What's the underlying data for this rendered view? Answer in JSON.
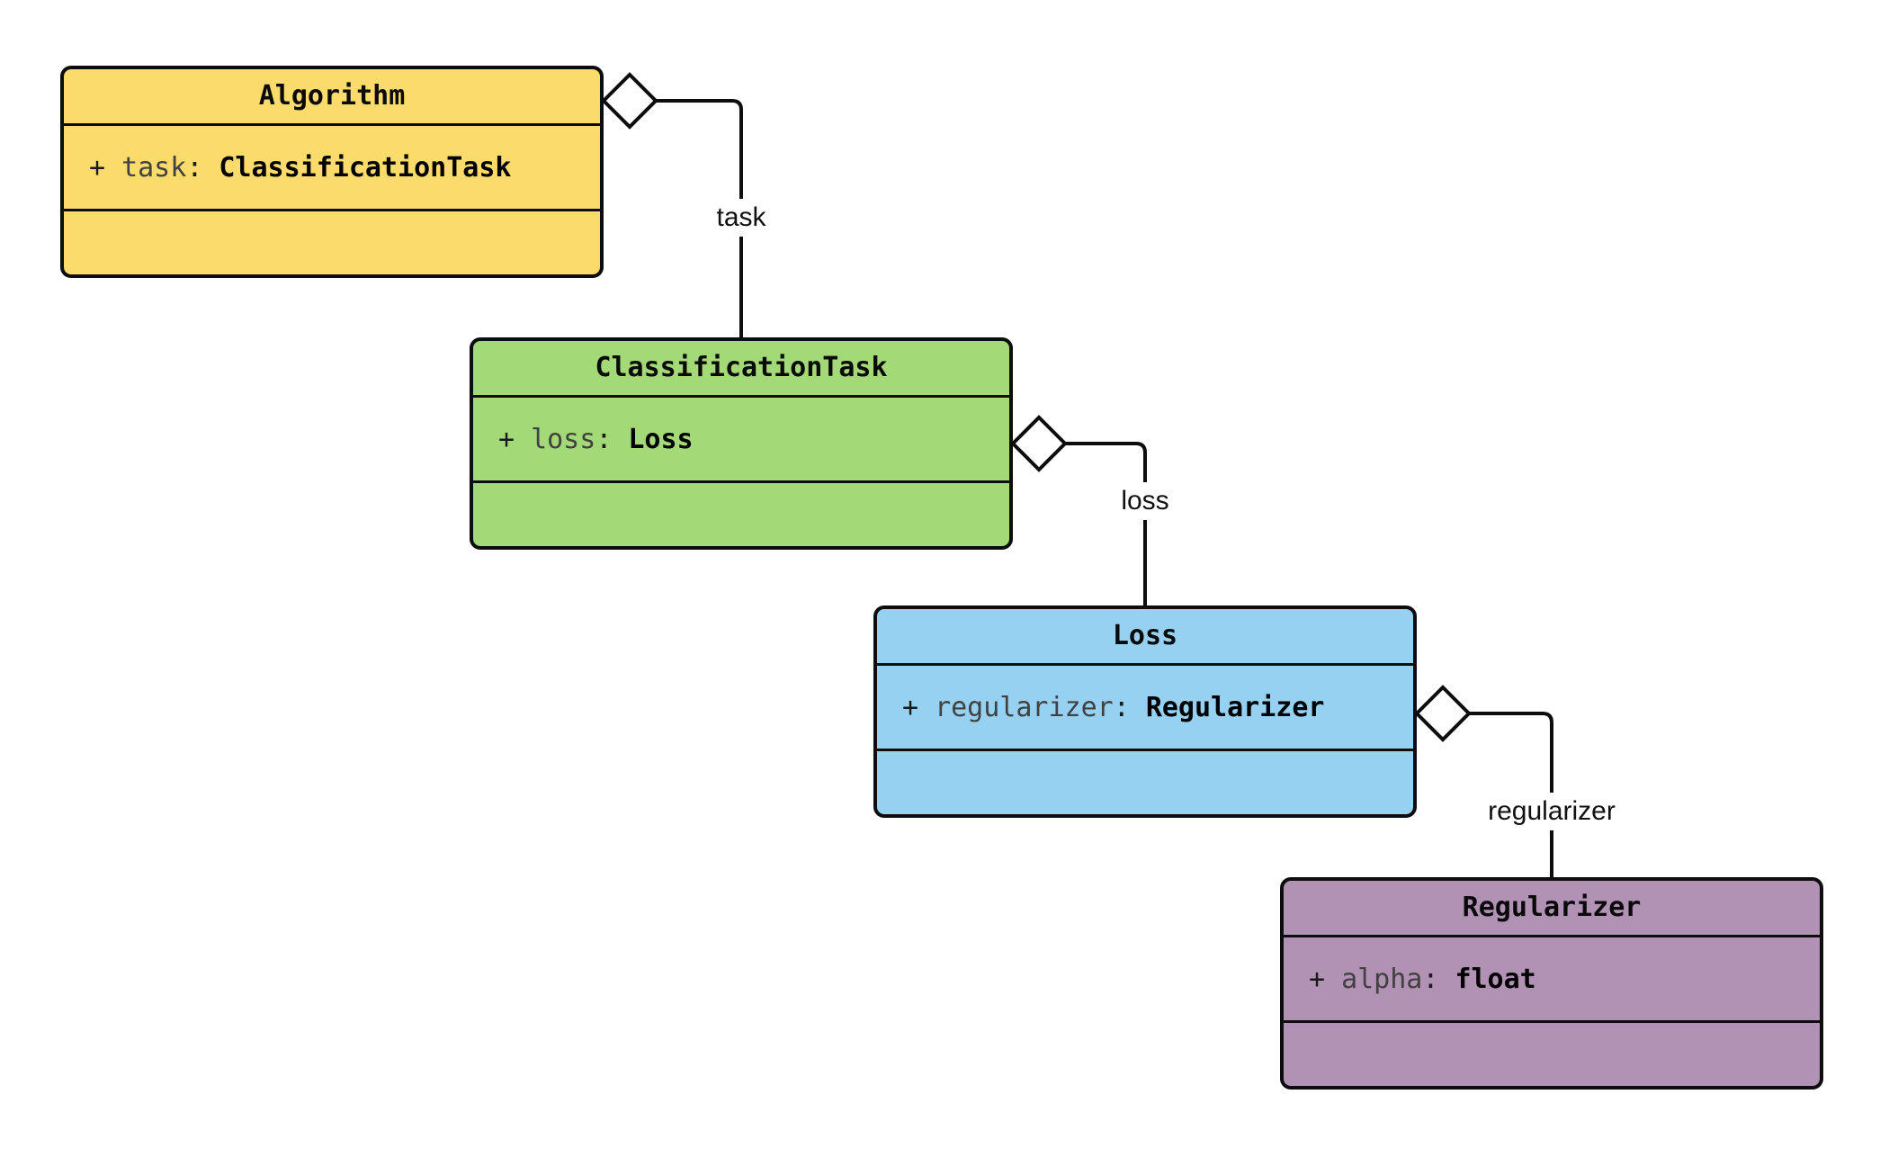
{
  "diagram": {
    "type": "uml-class-diagram",
    "background": "#FFFFFF",
    "syntax": {
      "colon": ":"
    },
    "colors": {
      "border": "#0D0D0D",
      "attribute_name": "#414141",
      "title_text": "#0A0A0A",
      "edge": "#0D0D0D"
    },
    "classes": [
      {
        "name": "Algorithm",
        "fill": "#FBDB6B",
        "attributes": [
          {
            "visibility": "+",
            "name": "task",
            "type": "ClassificationTask"
          }
        ]
      },
      {
        "name": "ClassificationTask",
        "fill": "#A3D977",
        "attributes": [
          {
            "visibility": "+",
            "name": "loss",
            "type": "Loss"
          }
        ]
      },
      {
        "name": "Loss",
        "fill": "#96D1F2",
        "attributes": [
          {
            "visibility": "+",
            "name": "regularizer",
            "type": "Regularizer"
          }
        ]
      },
      {
        "name": "Regularizer",
        "fill": "#B192B4",
        "attributes": [
          {
            "visibility": "+",
            "name": "alpha",
            "type": "float"
          }
        ]
      }
    ],
    "relations": [
      {
        "from": "Algorithm",
        "to": "ClassificationTask",
        "label": "task",
        "kind": "aggregation"
      },
      {
        "from": "ClassificationTask",
        "to": "Loss",
        "label": "loss",
        "kind": "aggregation"
      },
      {
        "from": "Loss",
        "to": "Regularizer",
        "label": "regularizer",
        "kind": "aggregation"
      }
    ]
  }
}
